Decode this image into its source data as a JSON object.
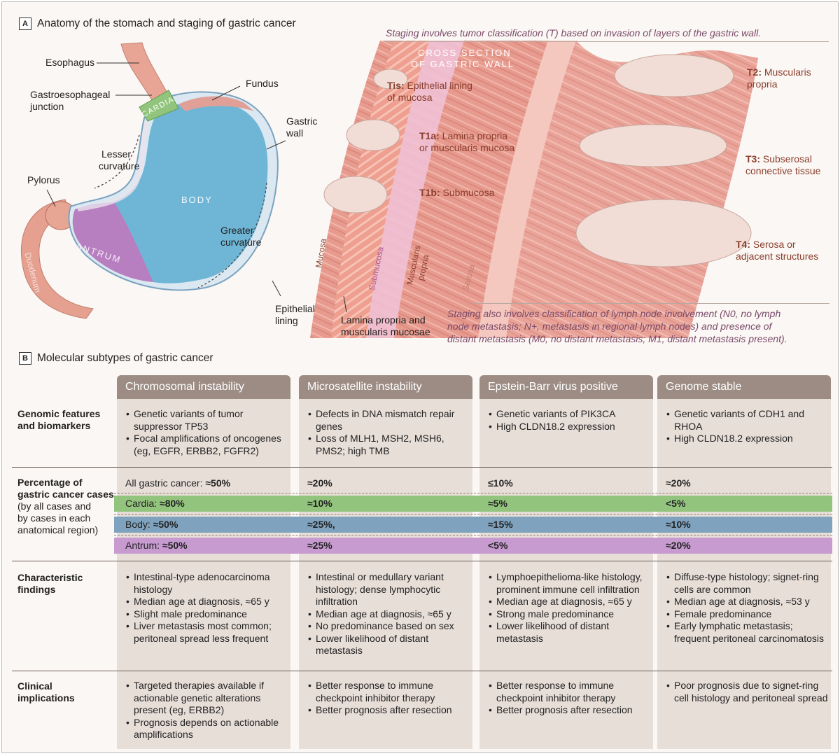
{
  "panel_a": {
    "badge": "A",
    "title": "Anatomy of the stomach and staging of gastric cancer",
    "staging_note_top": "Staging involves tumor classification (T) based on invasion of layers of the gastric wall.",
    "cross_section_title_1": "CROSS SECTION",
    "cross_section_title_2": "OF GASTRIC WALL",
    "labels": {
      "esophagus": "Esophagus",
      "ge_junction_1": "Gastroesophageal",
      "ge_junction_2": "junction",
      "cardia": "CARDIA",
      "fundus": "Fundus",
      "gastric_wall_1": "Gastric",
      "gastric_wall_2": "wall",
      "lesser_curv_1": "Lesser",
      "lesser_curv_2": "curvature",
      "pylorus": "Pylorus",
      "body": "BODY",
      "greater_curv_1": "Greater",
      "greater_curv_2": "curvature",
      "antrum": "ANTRUM",
      "duodenum": "Duodenum",
      "mucosa": "Mucosa",
      "submucosa": "Submucosa",
      "muscularis_1": "Muscularis",
      "muscularis_2": "propria",
      "serosa": "Serosa",
      "epithelial_1": "Epithelial",
      "epithelial_2": "lining",
      "lamina_1": "Lamina propria and",
      "lamina_2": "muscularis mucosae"
    },
    "stages": {
      "tis_code": "Tis:",
      "tis_1": " Epithelial lining",
      "tis_2": "of mucosa",
      "t1a_code": "T1a:",
      "t1a_1": " Lamina propria",
      "t1a_2": "or muscularis mucosa",
      "t1b_code": "T1b:",
      "t1b_1": " Submucosa",
      "t2_code": "T2:",
      "t2_1": " Muscularis",
      "t2_2": "propria",
      "t3_code": "T3:",
      "t3_1": " Subserosal",
      "t3_2": "connective tissue",
      "t4_code": "T4:",
      "t4_1": " Serosa or",
      "t4_2": "adjacent structures"
    },
    "staging_note_bottom_1": "Staging also involves classification of lymph node involvement (N0, no lymph",
    "staging_note_bottom_2": "node metastasis; N+, metastasis in regional lymph nodes) and presence of",
    "staging_note_bottom_3": "distant metastasis (M0, no distant metastasis; M1, distant metastasis present)."
  },
  "panel_b": {
    "badge": "B",
    "title": "Molecular subtypes of gastric cancer",
    "columns": [
      "Chromosomal instability",
      "Microsatellite instability",
      "Epstein-Barr virus positive",
      "Genome stable"
    ],
    "row_labels": {
      "genomic_1": "Genomic features",
      "genomic_2": "and biomarkers",
      "pct_1": "Percentage of",
      "pct_2": "gastric cancer cases",
      "pct_3": "(by all cases and",
      "pct_4": "by cases in each",
      "pct_5": "anatomical region)",
      "findings_1": "Characteristic",
      "findings_2": "findings",
      "clinical_1": "Clinical",
      "clinical_2": "implications"
    },
    "genomic": [
      [
        "Genetic variants of tumor suppressor TP53",
        "Focal amplifications of oncogenes (eg, EGFR, ERBB2, FGFR2)"
      ],
      [
        "Defects in DNA mismatch repair genes",
        "Loss of MLH1, MSH2, MSH6, PMS2; high TMB"
      ],
      [
        "Genetic variants of PIK3CA",
        "High CLDN18.2 expression"
      ],
      [
        "Genetic variants of CDH1 and RHOA",
        "High CLDN18.2 expression"
      ]
    ],
    "percentages": {
      "all_label": "All gastric cancer: ",
      "cardia_label": "Cardia: ",
      "body_label": "Body: ",
      "antrum_label": "Antrum: ",
      "all": [
        "≈50%",
        "≈20%",
        "≤10%",
        "≈20%"
      ],
      "cardia": [
        "≈80%",
        "≈10%",
        "≈5%",
        "<5%"
      ],
      "body": [
        "≈50%",
        "≈25%,",
        "≈15%",
        "≈10%"
      ],
      "antrum": [
        "≈50%",
        "≈25%",
        "<5%",
        "≈20%"
      ]
    },
    "findings": [
      [
        "Intestinal-type adenocarcinoma histology",
        "Median age at diagnosis, ≈65 y",
        "Slight male predominance",
        "Liver metastasis most common; peritoneal spread less frequent"
      ],
      [
        "Intestinal or medullary variant histology; dense lymphocytic infiltration",
        "Median age at diagnosis, ≈65 y",
        "No predominance based on sex",
        "Lower likelihood of distant metastasis"
      ],
      [
        "Lymphoepithelioma-like histology, prominent immune cell infiltration",
        "Median age at diagnosis, ≈65 y",
        "Strong male predominance",
        "Lower likelihood of distant metastasis"
      ],
      [
        "Diffuse-type histology; signet-ring cells are common",
        "Median age at diagnosis, ≈53 y",
        "Female predominance",
        "Early lymphatic metastasis; frequent peritoneal carcinomatosis"
      ]
    ],
    "clinical": [
      [
        "Targeted therapies available if actionable genetic alterations present (eg, ERBB2)",
        "Prognosis depends on actionable amplifications"
      ],
      [
        "Better response to immune checkpoint inhibitor therapy",
        "Better prognosis after resection"
      ],
      [
        "Better response to immune checkpoint inhibitor therapy",
        "Better prognosis after resection"
      ],
      [
        "Poor prognosis due to signet-ring cell histology and peritoneal spread"
      ]
    ],
    "colors": {
      "cardia": "#93c47d",
      "body": "#7fa3bf",
      "antrum": "#c79bd0",
      "header": "#9c8c84",
      "column_bg": "#e8ded8"
    }
  }
}
